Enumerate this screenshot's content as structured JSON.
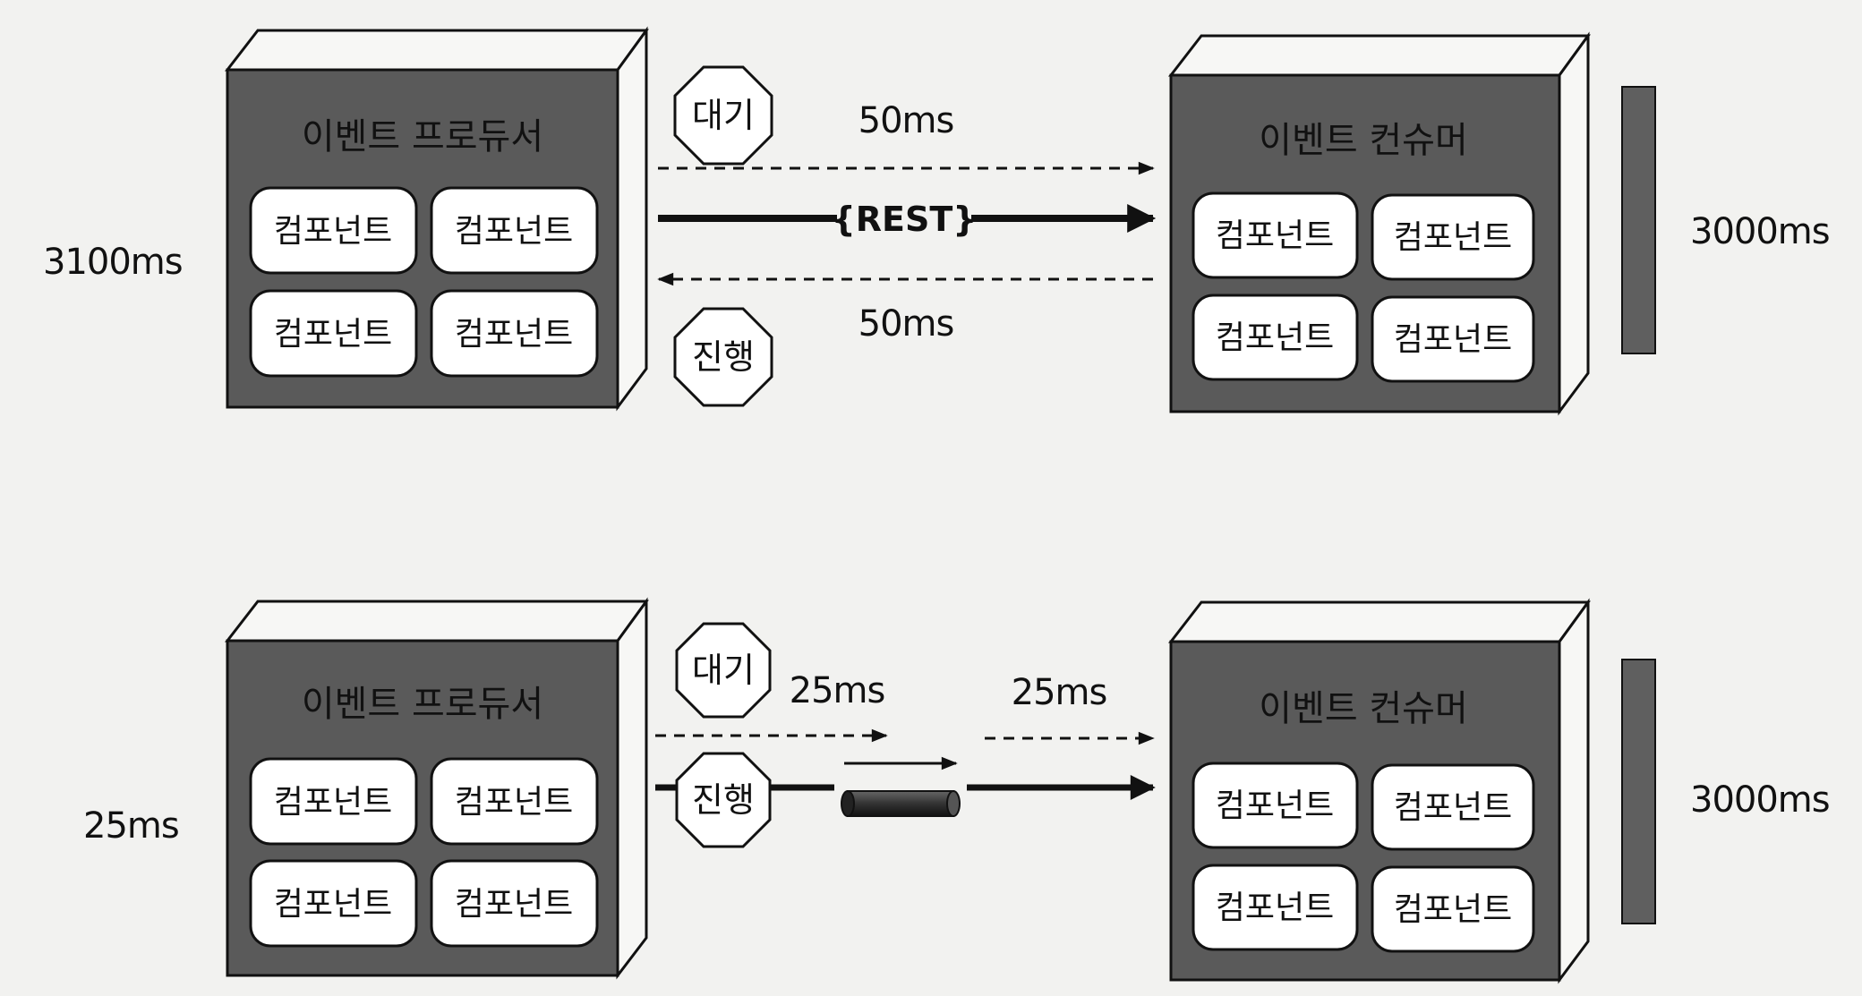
{
  "top": {
    "producer_title": "이벤트 프로듀서",
    "consumer_title": "이벤트 컨슈머",
    "component_label": "컴포넌트",
    "total_time": "3100ms",
    "consumer_time": "3000ms",
    "wait_label": "대기",
    "proceed_label": "진행",
    "request_time": "50ms",
    "response_time": "50ms",
    "protocol_label": "{REST}"
  },
  "bottom": {
    "producer_title": "이벤트 프로듀서",
    "consumer_title": "이벤트 컨슈머",
    "component_label": "컴포넌트",
    "total_time": "25ms",
    "consumer_time": "3000ms",
    "wait_label": "대기",
    "proceed_label": "진행",
    "to_queue_time": "25ms",
    "from_queue_time": "25ms"
  },
  "colors": {
    "box_dark": "#5a5a5a",
    "box_light": "#f7f7f5",
    "outline": "#111111",
    "bar": "#5f5f5f"
  }
}
